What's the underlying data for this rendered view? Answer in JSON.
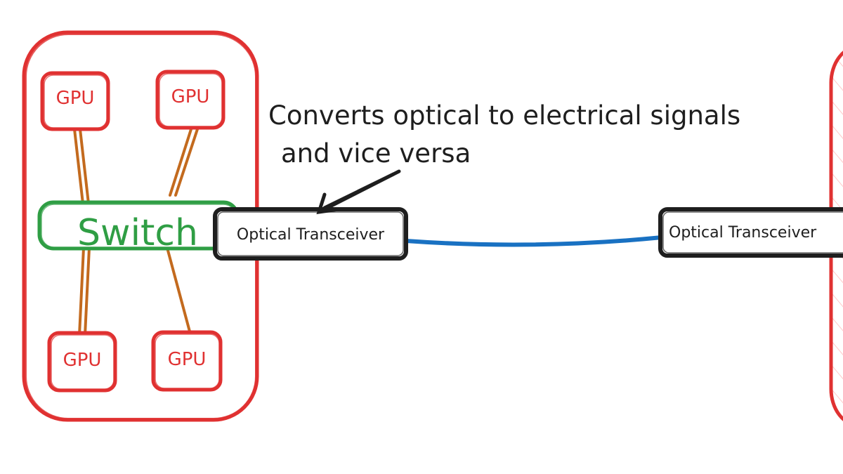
{
  "labels": {
    "gpu_top_left": "GPU",
    "gpu_top_right": "GPU",
    "gpu_bottom_left": "GPU",
    "gpu_bottom_right": "GPU",
    "switch": "Switch",
    "transceiver_left": "Optical Transceiver",
    "transceiver_right": "Optical Transceiver",
    "annotation_line1": "Converts optical to electrical signals",
    "annotation_line2": "and vice versa"
  },
  "colors": {
    "server_outline": "#e03131",
    "gpu_outline": "#e03131",
    "gpu_text": "#e03131",
    "switch_outline": "#2f9e44",
    "switch_text": "#2f9e44",
    "gpu_link": "#c36a1e",
    "fiber_link": "#1971c2",
    "transceiver_outline": "#1e1e1e",
    "annotation_text": "#1e1e1e",
    "hatch": "#ffc9c9"
  }
}
